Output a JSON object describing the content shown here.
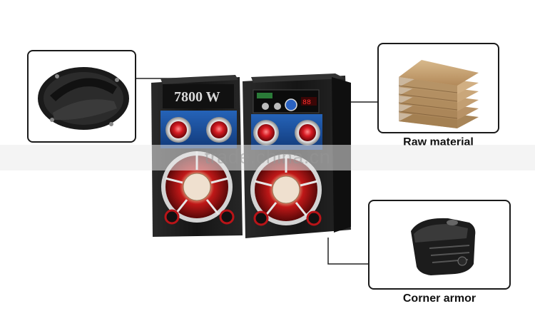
{
  "product": {
    "speaker_badge": "7800 W",
    "watermark": "trade.china.cn"
  },
  "callouts": {
    "handle": {
      "label": ""
    },
    "raw_material": {
      "label": "Raw material"
    },
    "corner_armor": {
      "label": "Corner armor"
    }
  },
  "colors": {
    "cabinet": "#1c1c1c",
    "panel_blue": "#1b4f9c",
    "tweeter_red": "#c8141c",
    "woofer_silver": "#c9c9c9",
    "wood": "#c9a779",
    "leader_line": "#222222"
  }
}
